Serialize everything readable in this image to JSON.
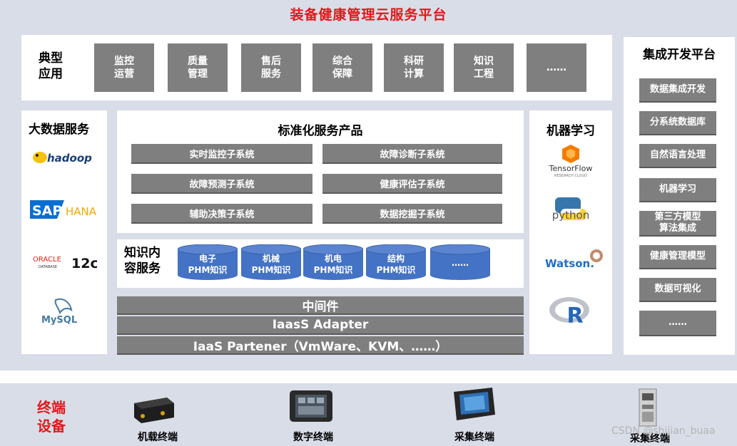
{
  "title": "装备健康管理云服务平台",
  "typical_apps": {
    "heading": "典型\n应用",
    "items": [
      "监控\n运营",
      "质量\n管理",
      "售后\n服务",
      "综合\n保障",
      "科研\n计算",
      "知识\n工程",
      "……"
    ]
  },
  "bigdata": {
    "heading": "大数据服务",
    "logos": [
      {
        "icon": "hadoop-logo",
        "text": "hadoop"
      },
      {
        "icon": "sap-hana-logo",
        "text_a": "SAP",
        "text_b": "HANA"
      },
      {
        "icon": "oracle-12c-logo",
        "text_a": "ORACLE",
        "text_b": "DATABASE",
        "text_c": "12c"
      },
      {
        "icon": "mysql-logo",
        "text": "MySQL"
      }
    ]
  },
  "standard": {
    "heading": "标准化服务产品",
    "items": [
      "实时监控子系统",
      "故障诊断子系统",
      "故障预测子系统",
      "健康评估子系统",
      "辅助决策子系统",
      "数据挖掘子系统"
    ]
  },
  "knowledge": {
    "heading": "知识内\n容服务",
    "items": [
      "电子\nPHM知识",
      "机械\nPHM知识",
      "机电\nPHM知识",
      "结构\nPHM知识",
      "……"
    ]
  },
  "middleware": {
    "middleware": "中间件",
    "adapter": "IaasS Adapter",
    "partner": "IaaS Partener（VmWare、KVM、……）"
  },
  "ml": {
    "heading": "机器学习",
    "logos": [
      {
        "icon": "tensorflow-logo",
        "text": "TensorFlow",
        "sub": "RESEARCH CLOUD"
      },
      {
        "icon": "python-logo",
        "text": "python"
      },
      {
        "icon": "watson-logo",
        "text": "Watson."
      },
      {
        "icon": "r-logo",
        "text": "R"
      }
    ]
  },
  "integration": {
    "heading": "集成开发平台",
    "items": [
      "数据集成开发",
      "分系统数据库",
      "自然语言处理",
      "机器学习",
      "第三方模型\n算法集成",
      "健康管理模型",
      "数据可视化",
      "……"
    ]
  },
  "terminals": {
    "heading": "终端\n设备",
    "items": [
      "机载终端",
      "数字终端",
      "采集终端",
      "采集终端"
    ]
  },
  "watermark": "CSDN @shijian_buaa",
  "colors": {
    "title_red": "#e0191b",
    "box_grey": "#7f7f7f",
    "cylinder_blue": "#4472c4",
    "bg_blue_grey": "#d9dde8"
  }
}
